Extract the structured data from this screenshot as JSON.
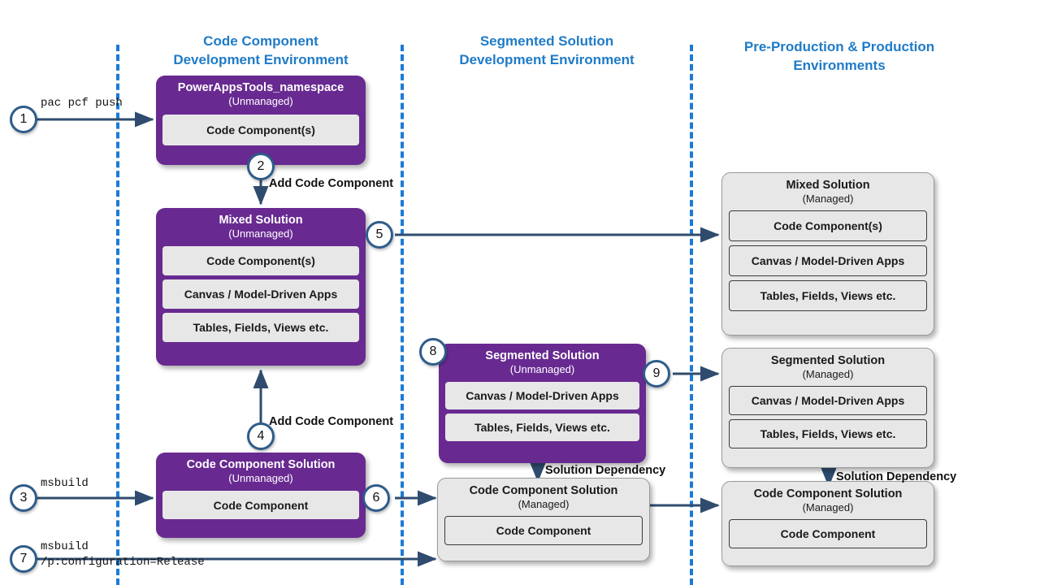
{
  "diagram": {
    "title": "Power Apps code component ALM flow",
    "accent_blue": "#1F7BC7",
    "divider_blue": "#1B7AD6",
    "purple": "#682A91",
    "grey_fill": "#E7E7E7",
    "arrow_navy": "#2F4C6E",
    "step_circle_border": "#2E5C8A"
  },
  "lanes": [
    {
      "name": "code-component-dev",
      "line1": "Code Component",
      "line2": "Development Environment"
    },
    {
      "name": "segmented-solution-dev",
      "line1": "Segmented Solution",
      "line2": "Development Environment"
    },
    {
      "name": "preprod-prod",
      "line1": "Pre-Production & Production",
      "line2": "Environments"
    }
  ],
  "nodes": {
    "powerappstools": {
      "title": "PowerAppsTools_namespace",
      "sub": "(Unmanaged)",
      "slots": [
        "Code Component(s)"
      ]
    },
    "mixed_unmanaged": {
      "title": "Mixed Solution",
      "sub": "(Unmanaged)",
      "slots": [
        "Code Component(s)",
        "Canvas / Model-Driven Apps",
        "Tables, Fields, Views etc."
      ]
    },
    "code_component_solution_unmanaged": {
      "title": "Code Component Solution",
      "sub": "(Unmanaged)",
      "slots": [
        "Code Component"
      ]
    },
    "segmented_unmanaged": {
      "title": "Segmented Solution",
      "sub": "(Unmanaged)",
      "slots": [
        "Canvas / Model-Driven Apps",
        "Tables, Fields, Views etc."
      ]
    },
    "code_component_solution_managed_mid": {
      "title": "Code Component Solution",
      "sub": "(Managed)",
      "slots": [
        "Code Component"
      ]
    },
    "mixed_managed": {
      "title": "Mixed Solution",
      "sub": "(Managed)",
      "slots": [
        "Code Component(s)",
        "Canvas / Model-Driven Apps",
        "Tables, Fields, Views etc."
      ]
    },
    "segmented_managed": {
      "title": "Segmented Solution",
      "sub": "(Managed)",
      "slots": [
        "Canvas / Model-Driven Apps",
        "Tables, Fields, Views etc."
      ]
    },
    "code_component_solution_managed_right": {
      "title": "Code Component Solution",
      "sub": "(Managed)",
      "slots": [
        "Code Component"
      ]
    }
  },
  "steps": [
    {
      "id": "1",
      "label": "1"
    },
    {
      "id": "2",
      "label": "2"
    },
    {
      "id": "3",
      "label": "3"
    },
    {
      "id": "4",
      "label": "4"
    },
    {
      "id": "5",
      "label": "5"
    },
    {
      "id": "6",
      "label": "6"
    },
    {
      "id": "7",
      "label": "7"
    },
    {
      "id": "8",
      "label": "8"
    },
    {
      "id": "9",
      "label": "9"
    }
  ],
  "commands": {
    "pac_pcf_push": "pac pcf push",
    "msbuild": "msbuild",
    "msbuild_release_line1": "msbuild",
    "msbuild_release_line2": "/p:configuration=Release"
  },
  "edge_labels": {
    "add_code_component_top": "Add Code Component",
    "add_code_component_bottom": "Add Code Component",
    "solution_dependency_mid": "Solution Dependency",
    "solution_dependency_right": "Solution Dependency"
  }
}
